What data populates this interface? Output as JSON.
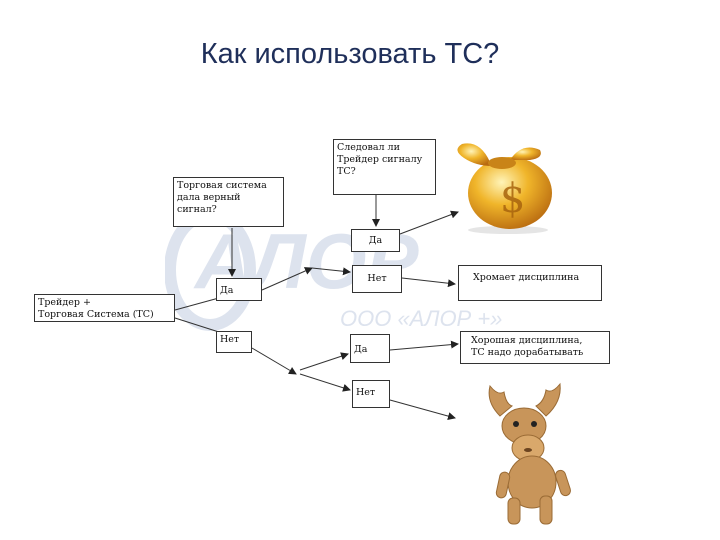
{
  "title": "Как использовать ТС?",
  "watermark": {
    "logo_text": "АЛОР",
    "company": "ООО «АЛОР +»"
  },
  "nodes": {
    "trader_ts": "Трейдер +\nТорговая Система (ТС)",
    "system_signal": "Торговая система\nдала верный\nсигнал?",
    "followed_signal": "Следовал ли\nТрейдер сигналу\nТС?",
    "yes_top": "Да",
    "yes_mid": "Да",
    "no_mid": "Нет",
    "no_left": "Нет",
    "yes_low": "Да",
    "no_low": "Нет",
    "bad_discipline": "Хромает дисциплина",
    "good_discipline": "Хорошая дисциплина,\nТС надо дорабатывать"
  },
  "icons": {
    "reward": "money-bag-icon",
    "fail": "moose-toy-icon"
  },
  "colors": {
    "title": "#1f2f5a",
    "watermark": "#dde3ee",
    "gold": "#e8a81c"
  }
}
